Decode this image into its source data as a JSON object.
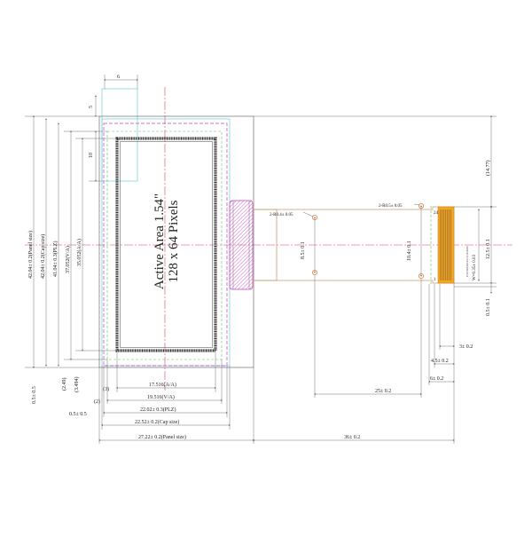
{
  "active_area": {
    "title": "Active Area 1.54\"",
    "resolution": "128 x 64 Pixels"
  },
  "dimensions": {
    "top_width": "6",
    "top_height": "5",
    "left_height_10": "10",
    "panel_h": "42.04± 0.2(Panel size)",
    "cap_h": "42.04± 0.2(Cap size)",
    "plz_h": "41.04± 0.3(PLZ)",
    "va_h": "37.052(V/A)",
    "aa_h": "35.052(A/A)",
    "off_05": "0.5± 0.5",
    "off_249": "(2.49)",
    "off_3494": "(3.494)",
    "aa_w": "17.516(A/A)",
    "va_w": "19.516(V/A)",
    "plz_w": "22.02± 0.3(PLZ)",
    "cap_w": "22.52± 0.2(Cap size)",
    "panel_w": "27.22± 0.2(Panel size)",
    "lbl_3": "(3)",
    "lbl_2": "(2)",
    "off_05b": "0.5± 0.5",
    "r04": "2-R0.4± 0.05",
    "r05": "2-R0.5± 0.05",
    "h_85": "8.5± 0.1",
    "h_104": "10.4± 0.1",
    "h_125": "12.5± 0.1",
    "w_035": "W=0.35± 0.03",
    "pitch_note": "P=0.5±0.03×23=11.5±0.05",
    "h_1477": "(14.77)",
    "h_05": "0.5± 0.1",
    "w_3": "3± 0.2",
    "w_45": "4.5± 0.2",
    "w_6": "6± 0.2",
    "w_25": "25± 0.2",
    "w_36": "36± 0.2",
    "pin_24": "24",
    "pin_1": "1"
  },
  "colors": {
    "outline": "#555555",
    "pink": "#c040c0",
    "cyan": "#55c8d8",
    "green": "#5cc06a",
    "fpc": "#c89a70",
    "contacts": "#f5a623",
    "center_line": "#e04050"
  }
}
